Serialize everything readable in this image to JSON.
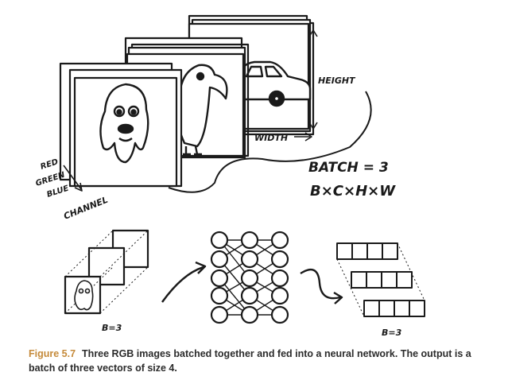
{
  "labels": {
    "height": "HEIGHT",
    "width": "WIDTH",
    "batch": "BATCH = 3",
    "dims": "B×C×H×W",
    "channels": [
      "RED",
      "GREEN",
      "BLUE"
    ],
    "channel": "CHANNEL",
    "b_input": "B=3",
    "b_output": "B=3"
  },
  "caption": {
    "figure_label": "Figure 5.7",
    "text": "Three RGB images batched together and fed into a neural network. The output is a batch of three vectors of size 4."
  }
}
